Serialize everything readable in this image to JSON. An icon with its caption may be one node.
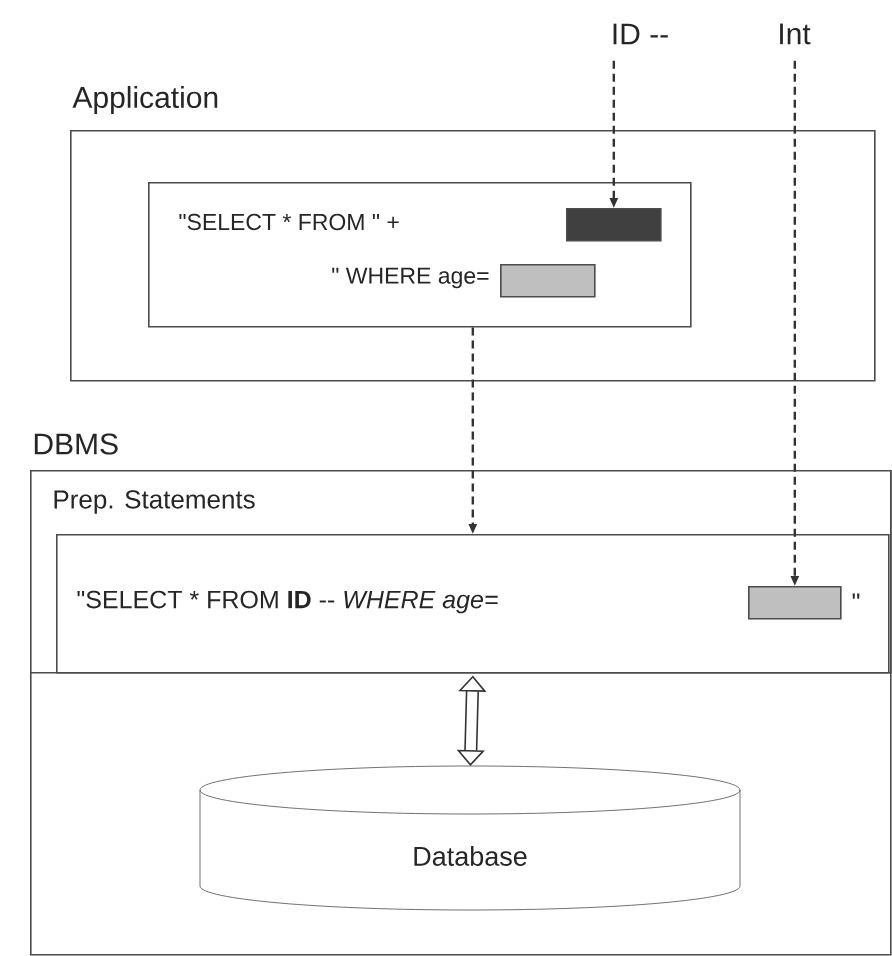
{
  "diagram": {
    "nodes": [
      {
        "text": [
          "Application"
        ]
      },
      {
        "text": [
          "\"SELECT * FROM \" +",
          "\" WHERE age="
        ],
        "in": 0
      },
      {
        "text": [],
        "shape": "box",
        "in": 1
      },
      {
        "text": [],
        "shape": "box",
        "in": 1
      },
      {
        "text": [
          "ID --"
        ]
      },
      {
        "text": [
          "Int"
        ]
      },
      {
        "text": [
          "DBMS"
        ]
      },
      {
        "text": [
          "Prep. Statements"
        ],
        "in": 6
      },
      {
        "text": [
          "\"SELECT * FROM **ID** -- *WHERE age=*",
          "\""
        ],
        "in": 7
      },
      {
        "text": [],
        "shape": "box",
        "in": 8
      },
      {
        "text": [
          "Database"
        ],
        "in": 6
      }
    ],
    "edges": [
      {
        "from": 4,
        "to": 2,
        "arrow": "to",
        "style": "dashed"
      },
      {
        "from": 5,
        "to": 9,
        "arrow": "to",
        "style": "dashed"
      },
      {
        "from": 1,
        "to": 8,
        "arrow": "to",
        "style": "dashed"
      },
      {
        "from": 8,
        "to": 10,
        "arrow": "both",
        "style": "thick"
      }
    ]
  }
}
